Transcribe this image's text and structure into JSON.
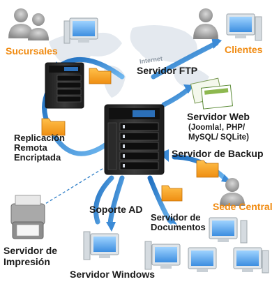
{
  "nodes": {
    "branches": "Sucursales",
    "clients": "Clientes",
    "headquarters": "Sede Central",
    "internet": "Internet"
  },
  "services": {
    "ftp": "Servidor FTP",
    "web": "Servidor Web",
    "web_detail_1": "(Joomla!, PHP/",
    "web_detail_2": "MySQL/ SQLite)",
    "backup": "Servidor de Backup",
    "replication_1": "Replicación",
    "replication_2": "Remota",
    "replication_3": "Encriptada",
    "ad": "Soporte AD",
    "documents_1": "Servidor de",
    "documents_2": "Documentos",
    "print_1": "Servidor de",
    "print_2": "Impresión",
    "windows": "Servidor Windows"
  },
  "colors": {
    "label_dark": "#1a1a1a",
    "label_orange": "#f08a10",
    "arrow_blue": "#2f7fc8",
    "folder_orange": "#f5a623",
    "nas_body": "#2a2a2a"
  }
}
